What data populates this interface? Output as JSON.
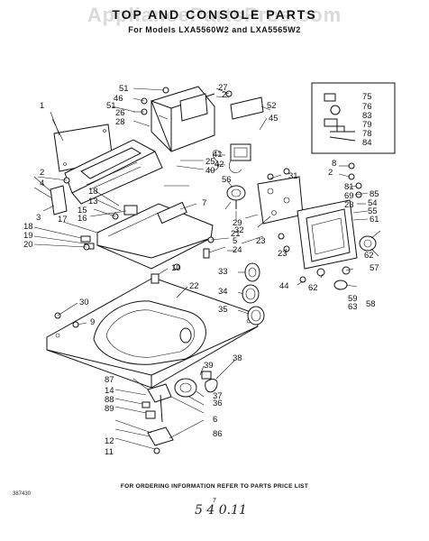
{
  "watermark": "AppliancePartsPros.com",
  "title": "TOP AND CONSOLE PARTS",
  "subtitle": "For Models LXA5560W2 and LXA5565W2",
  "footer": "FOR ORDERING INFORMATION REFER TO PARTS PRICE LIST",
  "page_number": "7",
  "handwritten_note": "5 4 0.11",
  "doc_code": "387430",
  "callouts": [
    "1",
    "2",
    "3",
    "4",
    "5",
    "6",
    "7",
    "8",
    "9",
    "10",
    "11",
    "12",
    "13",
    "14",
    "15",
    "16",
    "17",
    "18",
    "19",
    "20",
    "21",
    "22",
    "23",
    "24",
    "25",
    "26",
    "27",
    "28",
    "29",
    "30",
    "31",
    "32",
    "33",
    "34",
    "35",
    "36",
    "37",
    "38",
    "39",
    "40",
    "41",
    "42",
    "44",
    "45",
    "46",
    "51",
    "52",
    "54",
    "55",
    "56",
    "57",
    "58",
    "59",
    "61",
    "62",
    "63",
    "69",
    "75",
    "76",
    "78",
    "79",
    "81",
    "83",
    "84",
    "85",
    "86",
    "87",
    "88",
    "89"
  ]
}
